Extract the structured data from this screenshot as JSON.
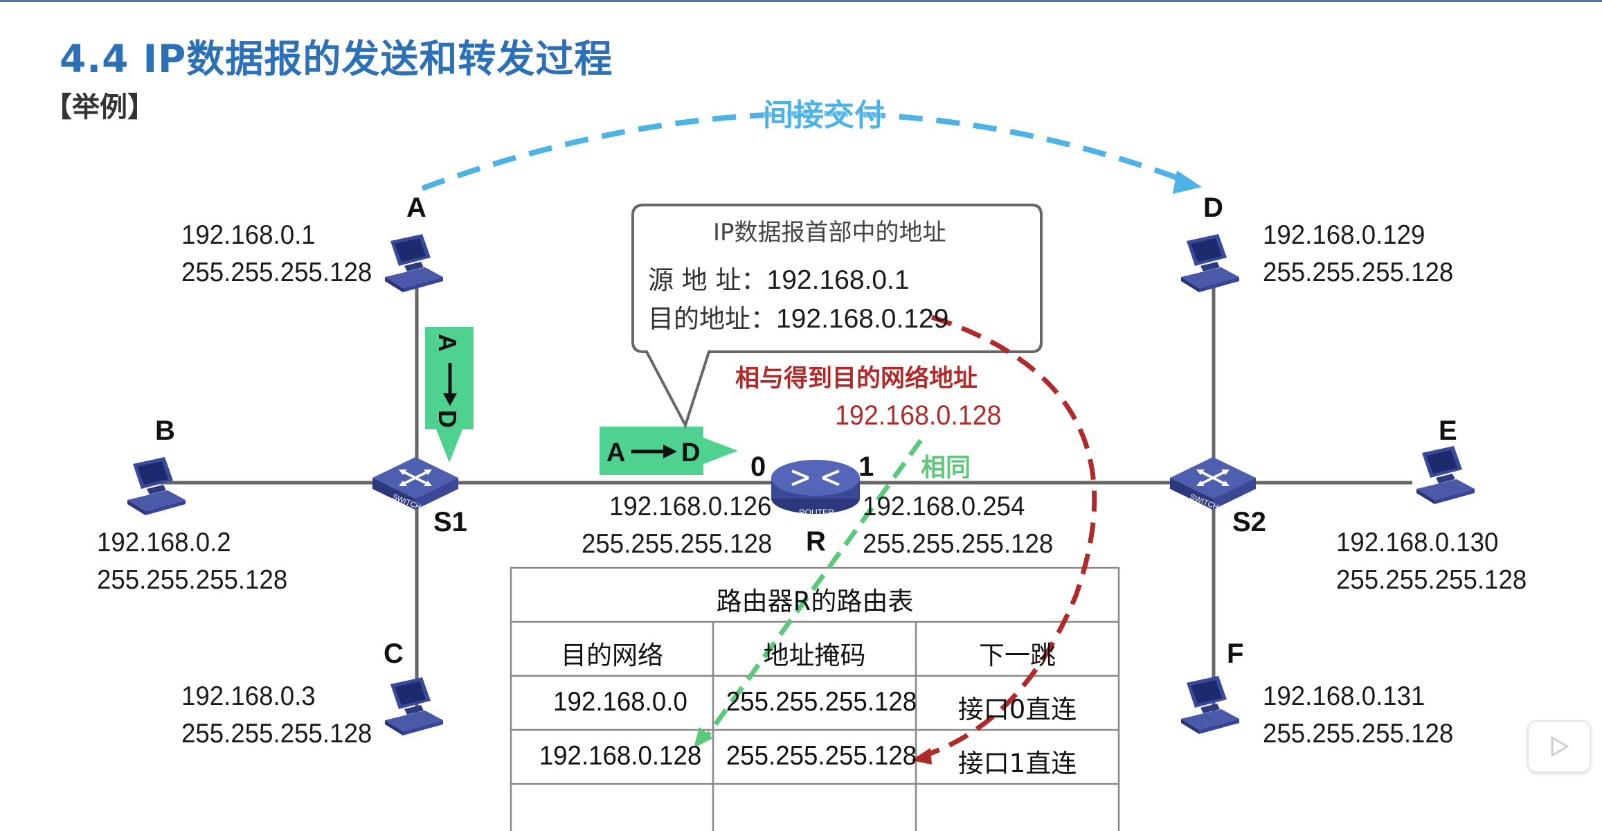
{
  "title": "4.4  IP数据报的发送和转发过程",
  "example_label": "【举例】",
  "indirect_delivery_label": "间接交付",
  "nodes": {
    "A": {
      "name": "A",
      "ip": "192.168.0.1",
      "mask": "255.255.255.128"
    },
    "B": {
      "name": "B",
      "ip": "192.168.0.2",
      "mask": "255.255.255.128"
    },
    "C": {
      "name": "C",
      "ip": "192.168.0.3",
      "mask": "255.255.255.128"
    },
    "D": {
      "name": "D",
      "ip": "192.168.0.129",
      "mask": "255.255.255.128"
    },
    "E": {
      "name": "E",
      "ip": "192.168.0.130",
      "mask": "255.255.255.128"
    },
    "F": {
      "name": "F",
      "ip": "192.168.0.131",
      "mask": "255.255.255.128"
    }
  },
  "switches": {
    "S1": "S1",
    "S2": "S2",
    "switch_text": "SWITCH"
  },
  "router": {
    "name": "R",
    "device_text": "ROUTER",
    "iface0": {
      "label": "0",
      "ip": "192.168.0.126",
      "mask": "255.255.255.128"
    },
    "iface1": {
      "label": "1",
      "ip": "192.168.0.254",
      "mask": "255.255.255.128"
    }
  },
  "packets": {
    "vertical": {
      "src": "A",
      "dst": "D"
    },
    "horizontal": {
      "src": "A",
      "dst": "D"
    }
  },
  "callout": {
    "title": "IP数据报首部中的地址",
    "src_label": "源 地 址：",
    "src_value": "192.168.0.1",
    "dst_label": "目的地址：",
    "dst_value": "192.168.0.129"
  },
  "and_result_label": "相与得到目的网络地址",
  "and_result_value": "192.168.0.128",
  "same_label": "相同",
  "routing_table": {
    "title": "路由器R的路由表",
    "headers": [
      "目的网络",
      "地址掩码",
      "下一跳"
    ],
    "rows": [
      [
        "192.168.0.0",
        "255.255.255.128",
        "接口0直连"
      ],
      [
        "192.168.0.128",
        "255.255.255.128",
        "接口1直连"
      ],
      [
        "",
        "",
        ""
      ]
    ]
  },
  "colors": {
    "title": "#2c70b8",
    "indirect": "#4db3e6",
    "and_red": "#b02a2a",
    "green": "#5cc87a",
    "packet_green": "#4fd18f"
  }
}
